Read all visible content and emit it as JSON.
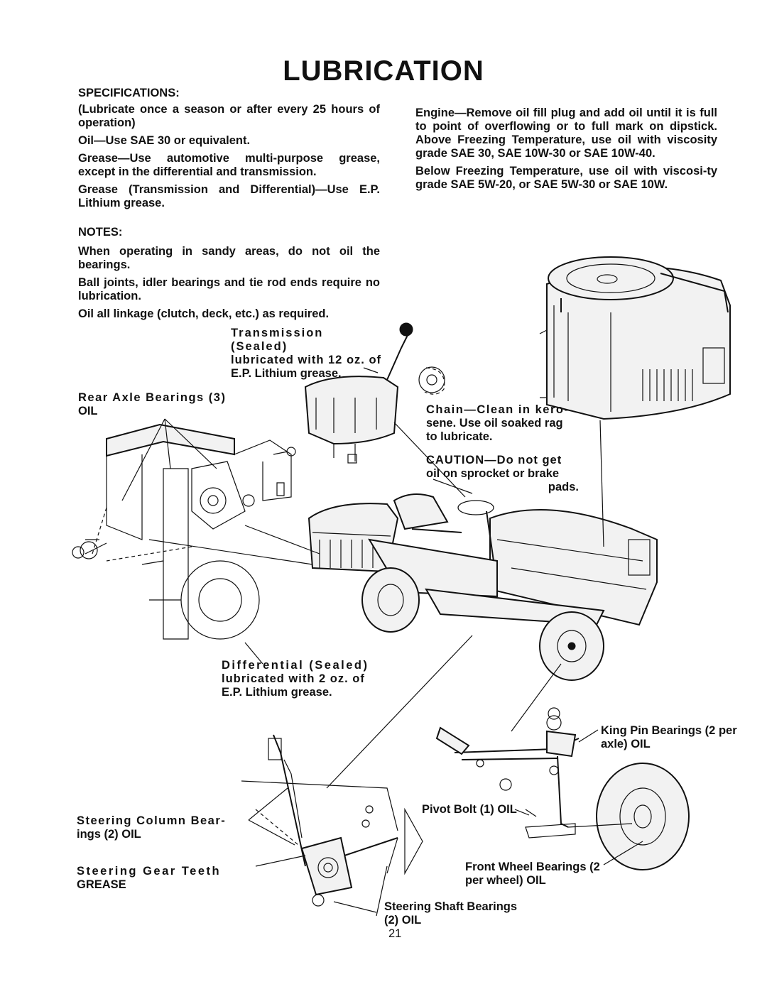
{
  "title": "LUBRICATION",
  "specifications": {
    "heading": "SPECIFICATIONS:",
    "lines": [
      "(Lubricate once a season or after every 25 hours of operation)",
      "Oil—Use SAE 30 or equivalent.",
      "Grease—Use automotive multi-purpose grease, except in the differential and transmission.",
      "Grease (Transmission and Differential)—Use E.P. Lithium grease."
    ]
  },
  "engine": {
    "oil_fill": "Engine—Remove oil fill plug and add oil until it is full to point of overflowing or to full mark on dipstick. Above Freezing Temperature, use oil with viscosity grade SAE 30, SAE 10W-30 or SAE 10W-40.",
    "below_freezing": "Below Freezing Temperature, use oil with viscosi-ty grade SAE 5W-20, or SAE 5W-30 or SAE 10W."
  },
  "notes": {
    "heading": "NOTES:",
    "lines": [
      "When operating in sandy areas, do not oil the bearings.",
      "Ball joints, idler bearings and tie rod ends require no lubrication.",
      "Oil all linkage (clutch, deck, etc.) as required."
    ]
  },
  "callouts": {
    "transmission": [
      "Transmission (Sealed)",
      "lubricated with 12 oz. of",
      "E.P. Lithium grease."
    ],
    "rear_axle": [
      "Rear Axle Bearings (3)",
      "OIL"
    ],
    "chain": [
      "Chain—Clean in kero-",
      "sene. Use oil soaked rag",
      "to lubricate."
    ],
    "caution": [
      "CAUTION—Do not get",
      "oil on sprocket or brake",
      "pads."
    ],
    "differential": [
      "Differential (Sealed)",
      "lubricated with 2 oz. of",
      "E.P. Lithium grease."
    ],
    "king_pin": [
      "King Pin Bearings (2 per",
      "axle) OIL"
    ],
    "pivot_bolt": "Pivot Bolt (1) OIL",
    "steering_column": [
      "Steering Column Bear-",
      "ings (2) OIL"
    ],
    "steering_gear": [
      "Steering Gear Teeth",
      "GREASE"
    ],
    "front_wheel": [
      "Front Wheel Bearings (2",
      "per wheel) OIL"
    ],
    "steering_shaft": [
      "Steering Shaft Bearings",
      "(2) OIL"
    ]
  },
  "page_number": "21"
}
